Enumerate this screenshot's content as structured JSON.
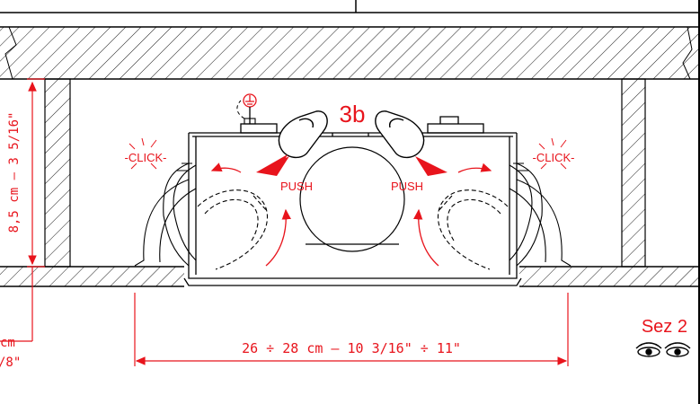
{
  "step_label": "3b",
  "click_labels": [
    "-CLICK-",
    "-CLICK-"
  ],
  "push_labels": [
    "PUSH",
    "PUSH"
  ],
  "height_dimension": "8,5 cm  –  3 5/16\"",
  "width_dimension": "26 ÷ 28 cm  –  10 3/16\" ÷ 11\"",
  "edge_fragment_top": "cm",
  "edge_fragment_bottom": "/8\"",
  "section_label": "Sez 2",
  "section_eyes": "◉ ◉",
  "colors": {
    "line": "#000000",
    "annotation": "#e8141c",
    "background": "#ffffff"
  }
}
